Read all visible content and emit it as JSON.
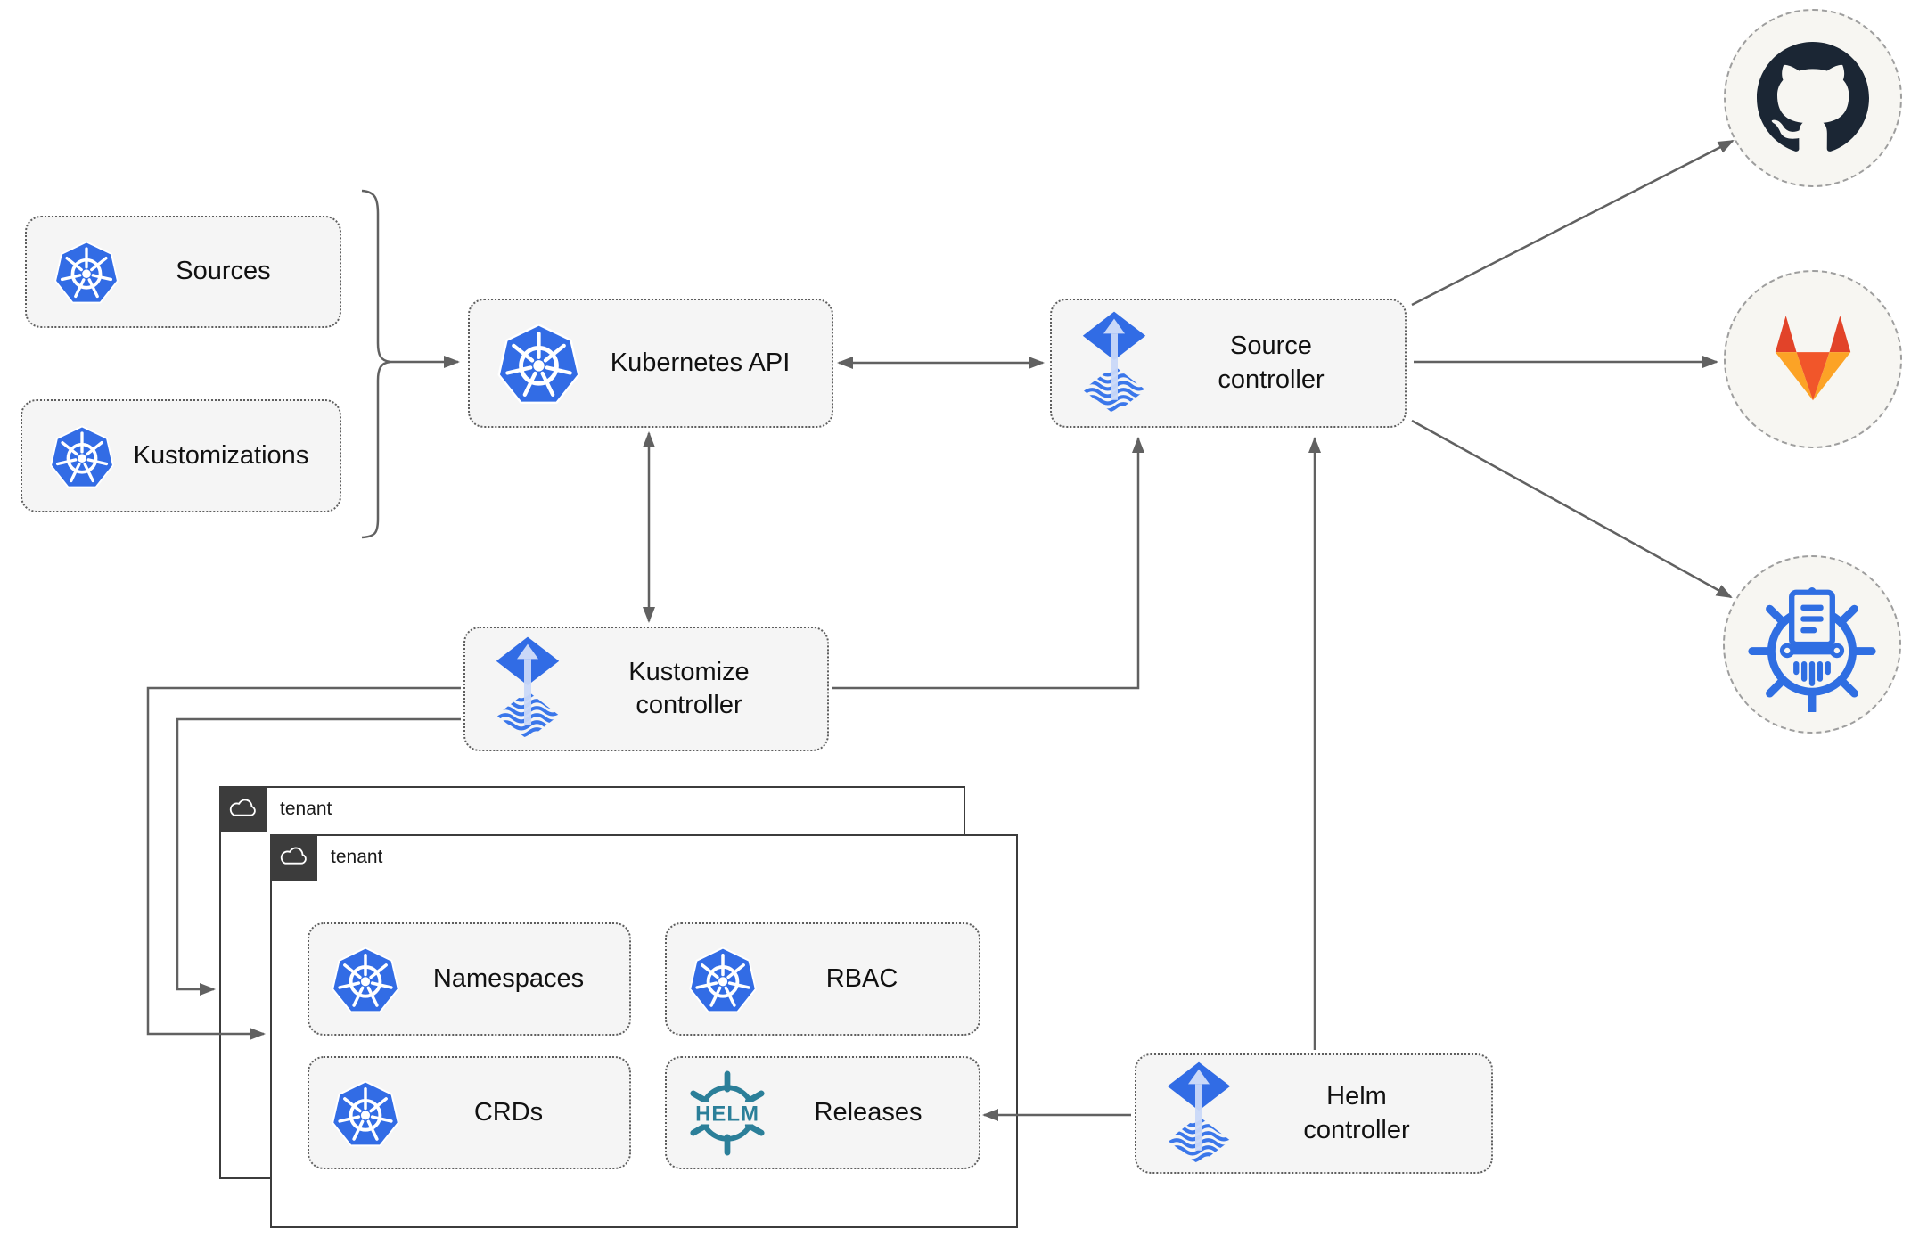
{
  "diagram": {
    "nodes": {
      "sources": {
        "label": "Sources",
        "icon": "kubernetes-icon"
      },
      "kustomizations": {
        "label": "Kustomizations",
        "icon": "kubernetes-icon"
      },
      "kubernetes_api": {
        "label": "Kubernetes API",
        "icon": "kubernetes-icon"
      },
      "source_controller": {
        "label": "Source\ncontroller",
        "icon": "flux-icon"
      },
      "kustomize_controller": {
        "label": "Kustomize\ncontroller",
        "icon": "flux-icon"
      },
      "helm_controller": {
        "label": "Helm\ncontroller",
        "icon": "flux-icon"
      },
      "namespaces": {
        "label": "Namespaces",
        "icon": "kubernetes-icon"
      },
      "rbac": {
        "label": "RBAC",
        "icon": "kubernetes-icon"
      },
      "crds": {
        "label": "CRDs",
        "icon": "kubernetes-icon"
      },
      "releases": {
        "label": "Releases",
        "icon": "helm-icon"
      }
    },
    "groups": {
      "tenant_back": {
        "label": "tenant",
        "icon": "cloud-icon"
      },
      "tenant_front": {
        "label": "tenant",
        "icon": "cloud-icon"
      }
    },
    "endpoints": {
      "github": {
        "icon": "github-icon"
      },
      "gitlab": {
        "icon": "gitlab-icon"
      },
      "registry": {
        "icon": "oci-registry-icon"
      }
    }
  },
  "colors": {
    "kubernetes_blue": "#326ce5",
    "flux_blue": "#316ce5",
    "flux_arrow_light": "#c9d8f8",
    "flux_wave_blue": "#3b77ea",
    "helm_teal": "#2b7f99",
    "github_dark": "#1b2634",
    "gitlab_red": "#e24329",
    "gitlab_orange": "#f1562a",
    "gitlab_amber": "#fca326",
    "registry_blue": "#2f6ee2",
    "line_gray": "#616161",
    "node_fill": "#f5f5f5",
    "node_border": "#5e5e5e",
    "tenant_dark": "#3c3c3c",
    "circle_fill": "#f7f6f2",
    "circle_border": "#9e9e9e"
  }
}
